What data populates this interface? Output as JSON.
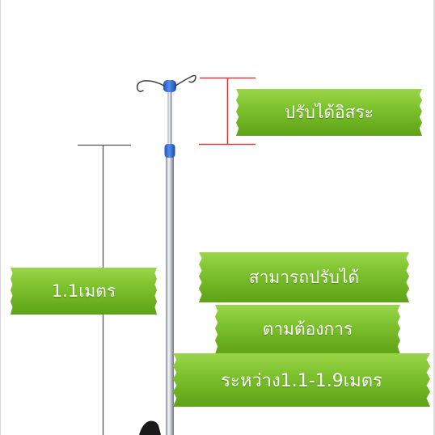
{
  "labels": {
    "free_adjust": "ปรับได้อิสระ",
    "height": "1.1เมตร",
    "adjustable_line1": "สามารถปรับได้",
    "adjustable_line2": "ตามต้องการ",
    "adjustable_line3": "ระหว่าง1.1-1.9เมตร"
  },
  "colors": {
    "ribbon_green": "#7dc22e",
    "marker_red": "#d63a3a",
    "marker_gray": "#555555",
    "connector_blue": "#2f6fd6"
  }
}
